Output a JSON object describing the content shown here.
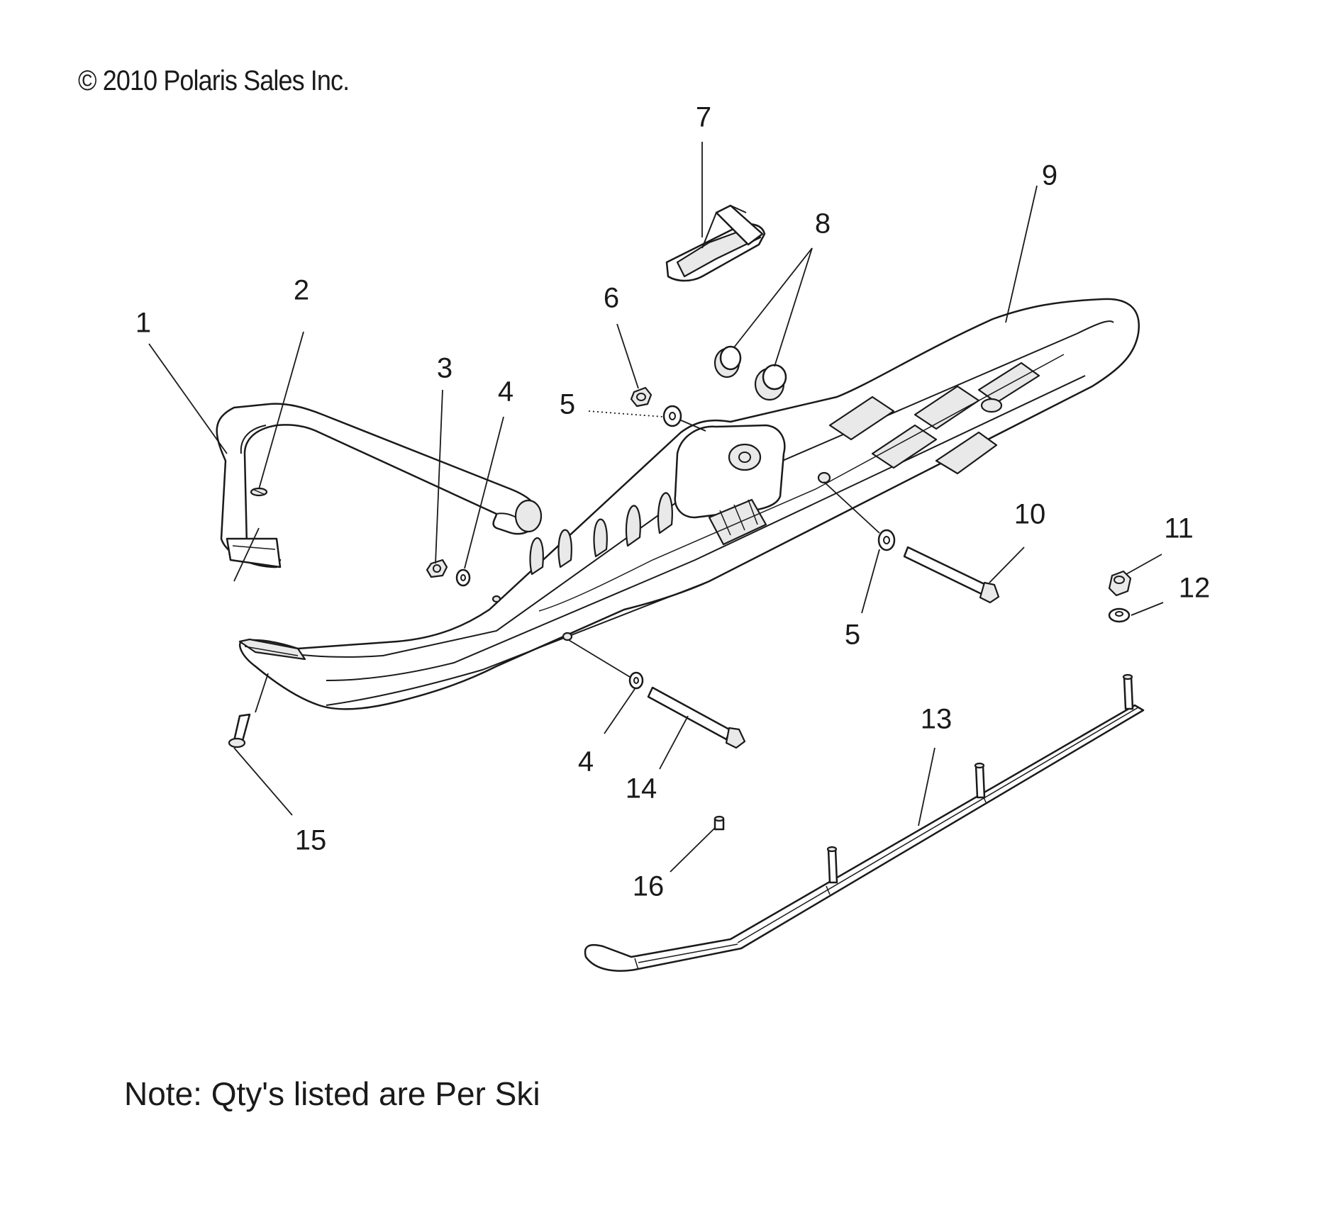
{
  "copyright": "© 2010 Polaris Sales Inc.",
  "note": "Note: Qty's listed are Per Ski",
  "callouts": {
    "c1": "1",
    "c2": "2",
    "c3": "3",
    "c4a": "4",
    "c4b": "4",
    "c5a": "5",
    "c5b": "5",
    "c6": "6",
    "c7": "7",
    "c8": "8",
    "c9": "9",
    "c10": "10",
    "c11": "11",
    "c12": "12",
    "c13": "13",
    "c14": "14",
    "c15": "15",
    "c16": "16"
  }
}
